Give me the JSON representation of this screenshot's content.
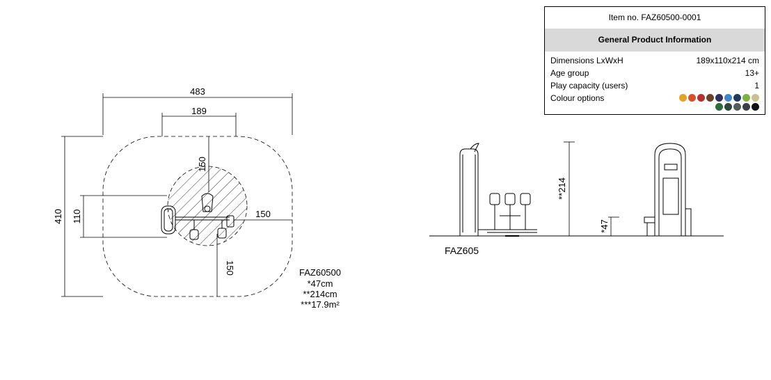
{
  "info": {
    "item_no": "Item no. FAZ60500-0001",
    "header": "General Product Information",
    "rows": [
      {
        "label": "Dimensions LxWxH",
        "value": "189x110x214 cm"
      },
      {
        "label": "Age group",
        "value": "13+"
      },
      {
        "label": "Play capacity (users)",
        "value": "1"
      },
      {
        "label": "Colour options",
        "value": ""
      }
    ],
    "colours_row1": [
      "#e5a228",
      "#d94f2a",
      "#b3312f",
      "#6b4226",
      "#2f2f5e",
      "#3f86c7",
      "#23395d",
      "#7fb13f",
      "#c9c08f"
    ],
    "colours_row2": [
      "#2e6b3d",
      "#2f4a3a",
      "#565b5e",
      "#3c3f44",
      "#111111"
    ]
  },
  "plan": {
    "dim_total_width": "483",
    "dim_product_width": "189",
    "dim_total_depth": "410",
    "dim_product_depth": "110",
    "dim_top": "150",
    "dim_right": "150",
    "dim_bottom": "150",
    "legend": {
      "code": "FAZ60500",
      "fall_height": "*47cm",
      "height": "**214cm",
      "area": "***17.9m²"
    }
  },
  "elevation": {
    "label": "FAZ605",
    "dim_height": "**214",
    "dim_fall": "*47"
  }
}
